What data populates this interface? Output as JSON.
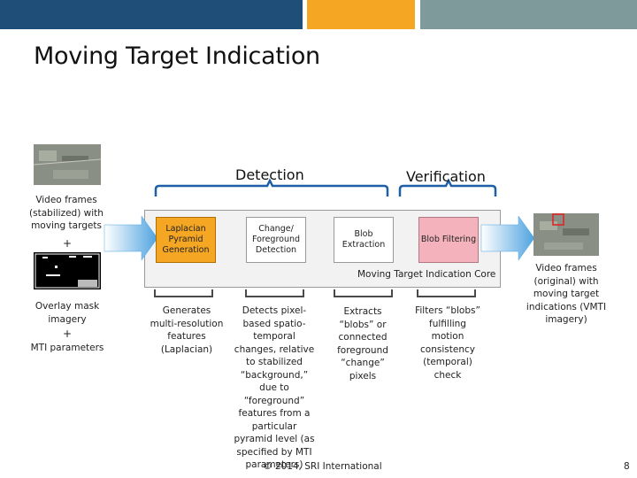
{
  "colors": {
    "bar_blue": "#1f4e79",
    "bar_orange": "#f5a623",
    "bar_gray": "#7f9a9a",
    "arrow_blue": "#4fa3e0",
    "bracket_blue": "#1f5fa8",
    "box_orange": "#f5a623",
    "box_pink": "#f4b3bc"
  },
  "title": "Moving Target Indication",
  "headings": {
    "detection": "Detection",
    "verification": "Verification"
  },
  "left": {
    "video_label": "Video frames (stabilized) with moving targets",
    "plus1": "+",
    "mask_label": "Overlay mask imagery",
    "plus2": "+",
    "params_label": "MTI parameters"
  },
  "boxes": [
    {
      "label": "Laplacian Pyramid Generation",
      "style": "orange"
    },
    {
      "label": "Change/ Foreground Detection",
      "style": "white"
    },
    {
      "label": "Blob Extraction",
      "style": "white"
    },
    {
      "label": "Blob Filtering",
      "style": "pink"
    }
  ],
  "core_label": "Moving Target Indication Core",
  "descriptions": [
    "Generates multi-resolution features (Laplacian)",
    "Detects pixel-based spatio-temporal changes, relative to stabilized “background,” due to “foreground” features from a particular pyramid level (as specified by MTI parameters)",
    "Extracts “blobs” or connected foreground “change” pixels",
    "Filters “blobs” fulfilling motion consistency (temporal) check"
  ],
  "right_label": "Video frames (original) with moving target indications (VMTI imagery)",
  "footer": {
    "copyright": "© 2014, SRI International",
    "page_number": "8"
  }
}
